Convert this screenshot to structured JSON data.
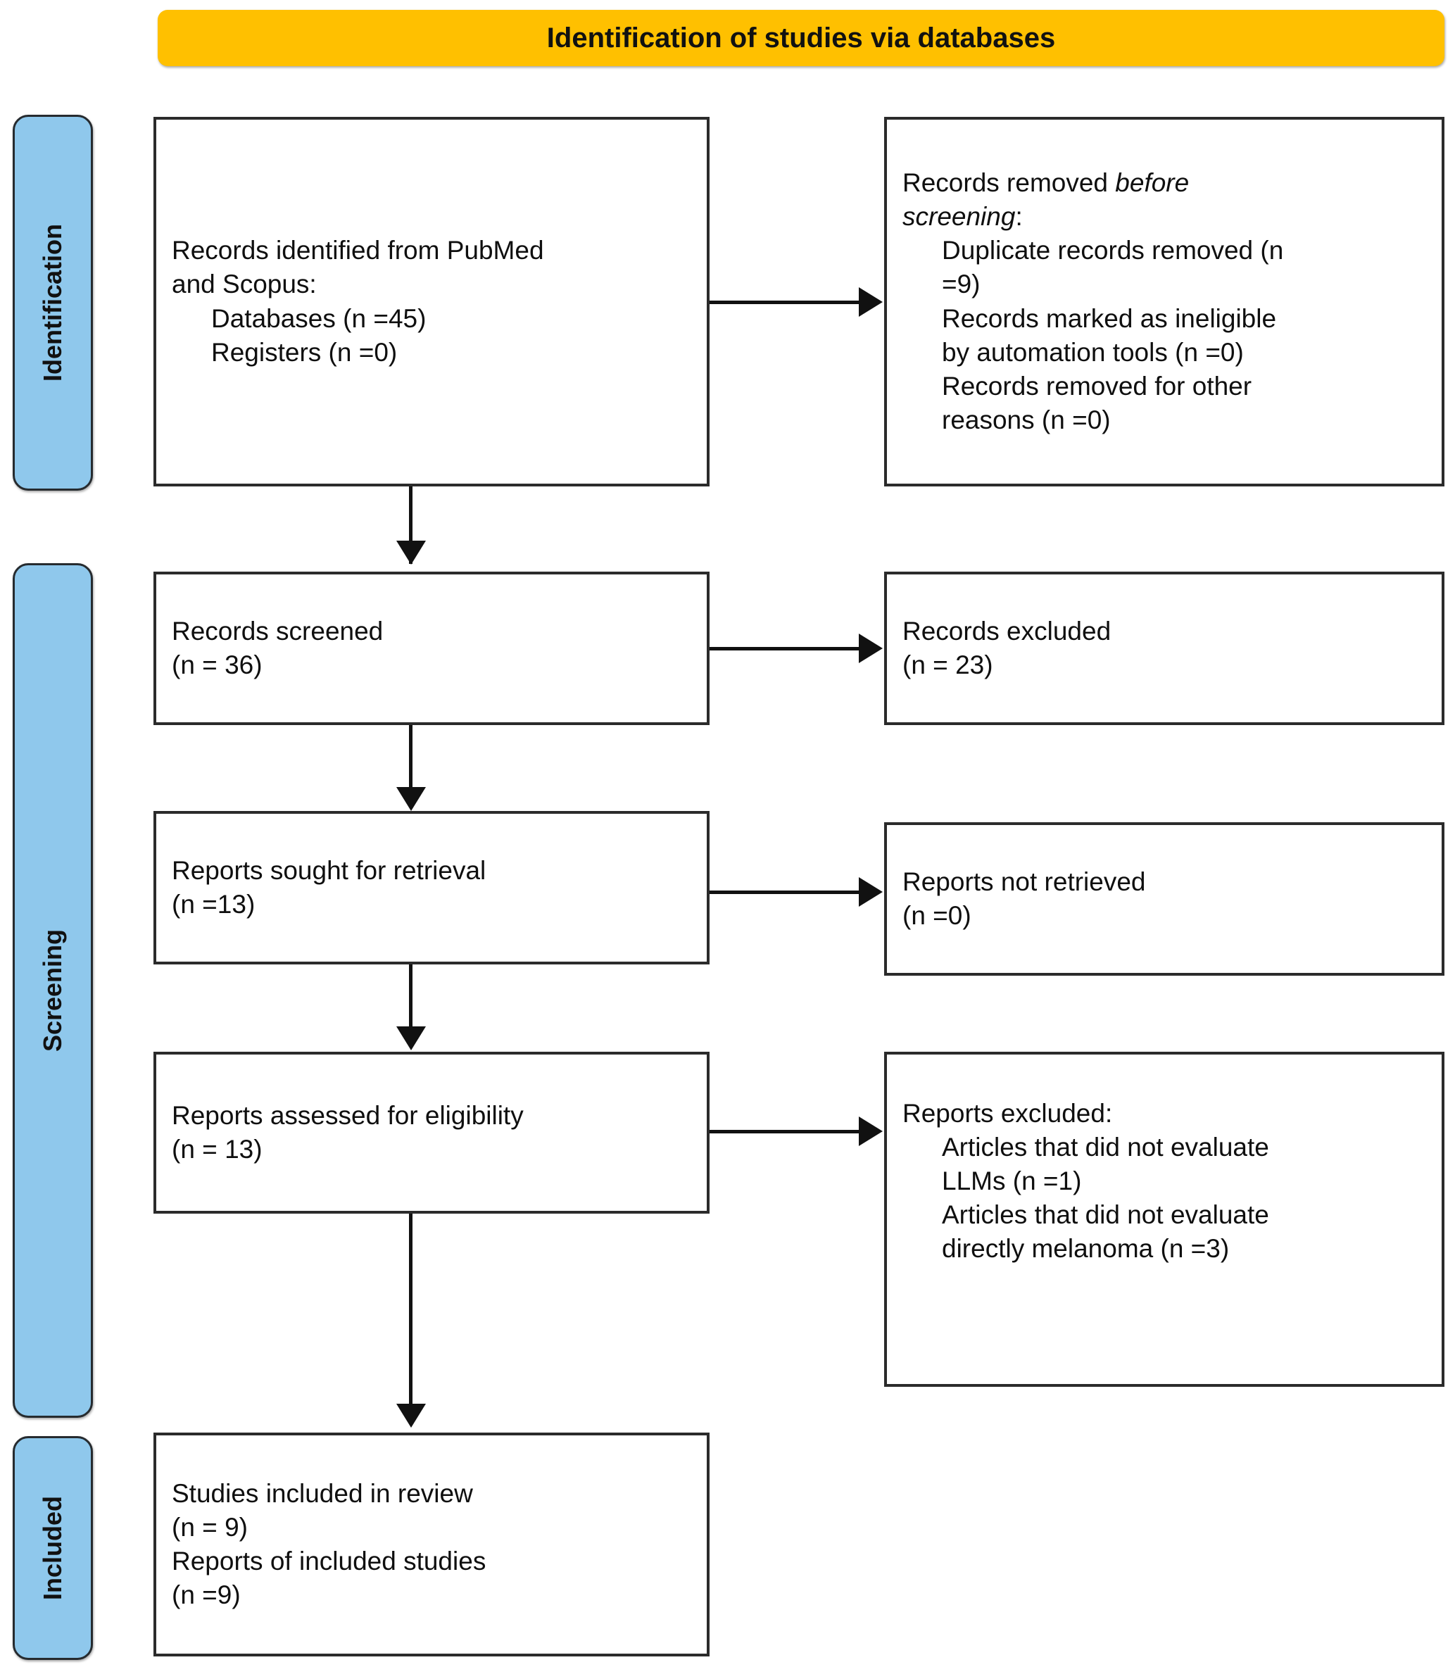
{
  "header": {
    "title": "Identification of studies via databases",
    "bg_color": "#FFC000",
    "text_color": "#111111"
  },
  "stages": [
    {
      "label": "Identification",
      "color": "#8FC8EC"
    },
    {
      "label": "Screening",
      "color": "#8FC8EC"
    },
    {
      "label": "Included",
      "color": "#8FC8EC"
    }
  ],
  "boxes": {
    "identified": {
      "l1": "Records identified from PubMed",
      "l2": "and Scopus:",
      "l3": "Databases (n =45)",
      "l4": "Registers (n =0)"
    },
    "removed_before_screening": {
      "l1a": "Records removed ",
      "l1b": "before",
      "l2a": "screening",
      "l2b": ":",
      "l3": "Duplicate records removed (n",
      "l4": "=9)",
      "l5": "Records marked as ineligible",
      "l6": "by automation tools (n =0)",
      "l7": "Records removed for other",
      "l8": "reasons (n =0)"
    },
    "records_screened": {
      "l1": "Records screened",
      "l2": "(n = 36)"
    },
    "records_excluded": {
      "l1": "Records excluded",
      "l2": "(n = 23)"
    },
    "reports_sought": {
      "l1": "Reports sought for retrieval",
      "l2": "(n =13)"
    },
    "reports_not_retrieved": {
      "l1": "Reports not retrieved",
      "l2": "(n =0)"
    },
    "reports_assessed": {
      "l1": "Reports assessed for eligibility",
      "l2": "(n = 13)"
    },
    "reports_excluded": {
      "l1": "Reports excluded:",
      "l2": "Articles that did not evaluate",
      "l3": "LLMs (n =1)",
      "l4": "Articles that did not evaluate",
      "l5": "directly melanoma (n =3)"
    },
    "studies_included": {
      "l1": "Studies included in review",
      "l2": "(n = 9)",
      "l3": "Reports of included studies",
      "l4": "(n =9)"
    }
  },
  "chart_data": {
    "type": "diagram",
    "title": "Identification of studies via databases",
    "diagram_kind": "PRISMA 2020 flow diagram",
    "stages": [
      "Identification",
      "Screening",
      "Included"
    ],
    "nodes": [
      {
        "id": "identified",
        "stage": "Identification",
        "column": "left",
        "label": "Records identified from PubMed and Scopus",
        "counts": {
          "Databases": 45,
          "Registers": 0
        }
      },
      {
        "id": "removed_before_screening",
        "stage": "Identification",
        "column": "right",
        "label": "Records removed before screening",
        "counts": {
          "Duplicate records removed": 9,
          "Records marked as ineligible by automation tools": 0,
          "Records removed for other reasons": 0
        }
      },
      {
        "id": "records_screened",
        "stage": "Screening",
        "column": "left",
        "label": "Records screened",
        "count": 36
      },
      {
        "id": "records_excluded",
        "stage": "Screening",
        "column": "right",
        "label": "Records excluded",
        "count": 23
      },
      {
        "id": "reports_sought",
        "stage": "Screening",
        "column": "left",
        "label": "Reports sought for retrieval",
        "count": 13
      },
      {
        "id": "reports_not_retrieved",
        "stage": "Screening",
        "column": "right",
        "label": "Reports not retrieved",
        "count": 0
      },
      {
        "id": "reports_assessed",
        "stage": "Screening",
        "column": "left",
        "label": "Reports assessed for eligibility",
        "count": 13
      },
      {
        "id": "reports_excluded",
        "stage": "Screening",
        "column": "right",
        "label": "Reports excluded",
        "counts": {
          "Articles that did not evaluate LLMs": 1,
          "Articles that did not evaluate directly melanoma": 3
        }
      },
      {
        "id": "studies_included",
        "stage": "Included",
        "column": "left",
        "label": "Studies included in review",
        "counts": {
          "Studies included in review": 9,
          "Reports of included studies": 9
        }
      }
    ],
    "edges": [
      {
        "from": "identified",
        "to": "removed_before_screening",
        "direction": "right"
      },
      {
        "from": "identified",
        "to": "records_screened",
        "direction": "down"
      },
      {
        "from": "records_screened",
        "to": "records_excluded",
        "direction": "right"
      },
      {
        "from": "records_screened",
        "to": "reports_sought",
        "direction": "down"
      },
      {
        "from": "reports_sought",
        "to": "reports_not_retrieved",
        "direction": "right"
      },
      {
        "from": "reports_sought",
        "to": "reports_assessed",
        "direction": "down"
      },
      {
        "from": "reports_assessed",
        "to": "reports_excluded",
        "direction": "right"
      },
      {
        "from": "reports_assessed",
        "to": "studies_included",
        "direction": "down"
      }
    ]
  }
}
